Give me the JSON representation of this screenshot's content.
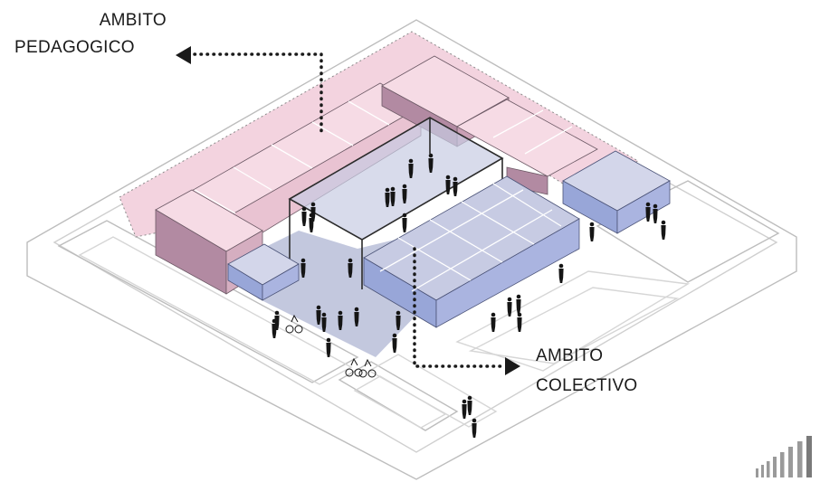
{
  "labels": {
    "pedagogico": [
      "AMBITO",
      "PEDAGOGICO"
    ],
    "colectivo": [
      "AMBITO",
      "COLECTIVO"
    ]
  },
  "colors": {
    "pedagogico_fill": "#f3d3df",
    "pedagogico_block_top": "#f6dbe5",
    "pedagogico_block_side": "#b28aa2",
    "colectivo_fill": "#c7cbe3",
    "colectivo_block_side": "#98a6d8",
    "plaza_fill": "#b9bed8",
    "outline": "#2b2b2b",
    "ground": "#ffffff"
  },
  "icons": [
    "arrow-left-icon",
    "arrow-right-icon",
    "person-icon",
    "cyclist-icon",
    "bar-logo-icon"
  ]
}
